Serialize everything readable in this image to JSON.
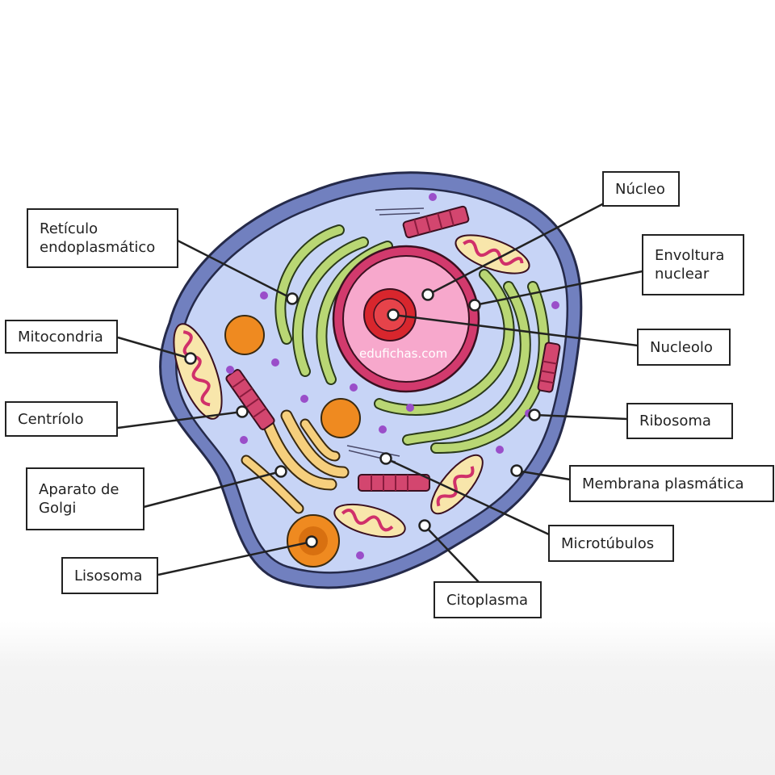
{
  "watermark": "edufichas.com",
  "colors": {
    "cell_membrane": "#7180bf",
    "cytoplasm": "#c7d4f6",
    "nucleus_envelope": "#d23a6d",
    "nucleoplasm": "#f7a8cc",
    "nucleolus": "#d8262d",
    "er": "#b9d774",
    "golgi": "#f6cf7d",
    "mitochondria": "#f8e6ab",
    "mito_cristae": "#d0306a",
    "centriole": "#d3466f",
    "lysosome": "#ef8a20",
    "ribosome": "#9a4ec9",
    "line": "#222222"
  },
  "labels": {
    "reticulo": "Retículo\nendoplasmático",
    "mitocondria": "Mitocondria",
    "centriolo": "Centríolo",
    "golgi": "Aparato de\nGolgi",
    "lisosoma": "Lisosoma",
    "nucleo": "Núcleo",
    "envoltura": "Envoltura\nnuclear",
    "nucleolo": "Nucleolo",
    "ribosoma": "Ribosoma",
    "membrana": "Membrana plasmática",
    "microtubulos": "Microtúbulos",
    "citoplasma": "Citoplasma"
  }
}
